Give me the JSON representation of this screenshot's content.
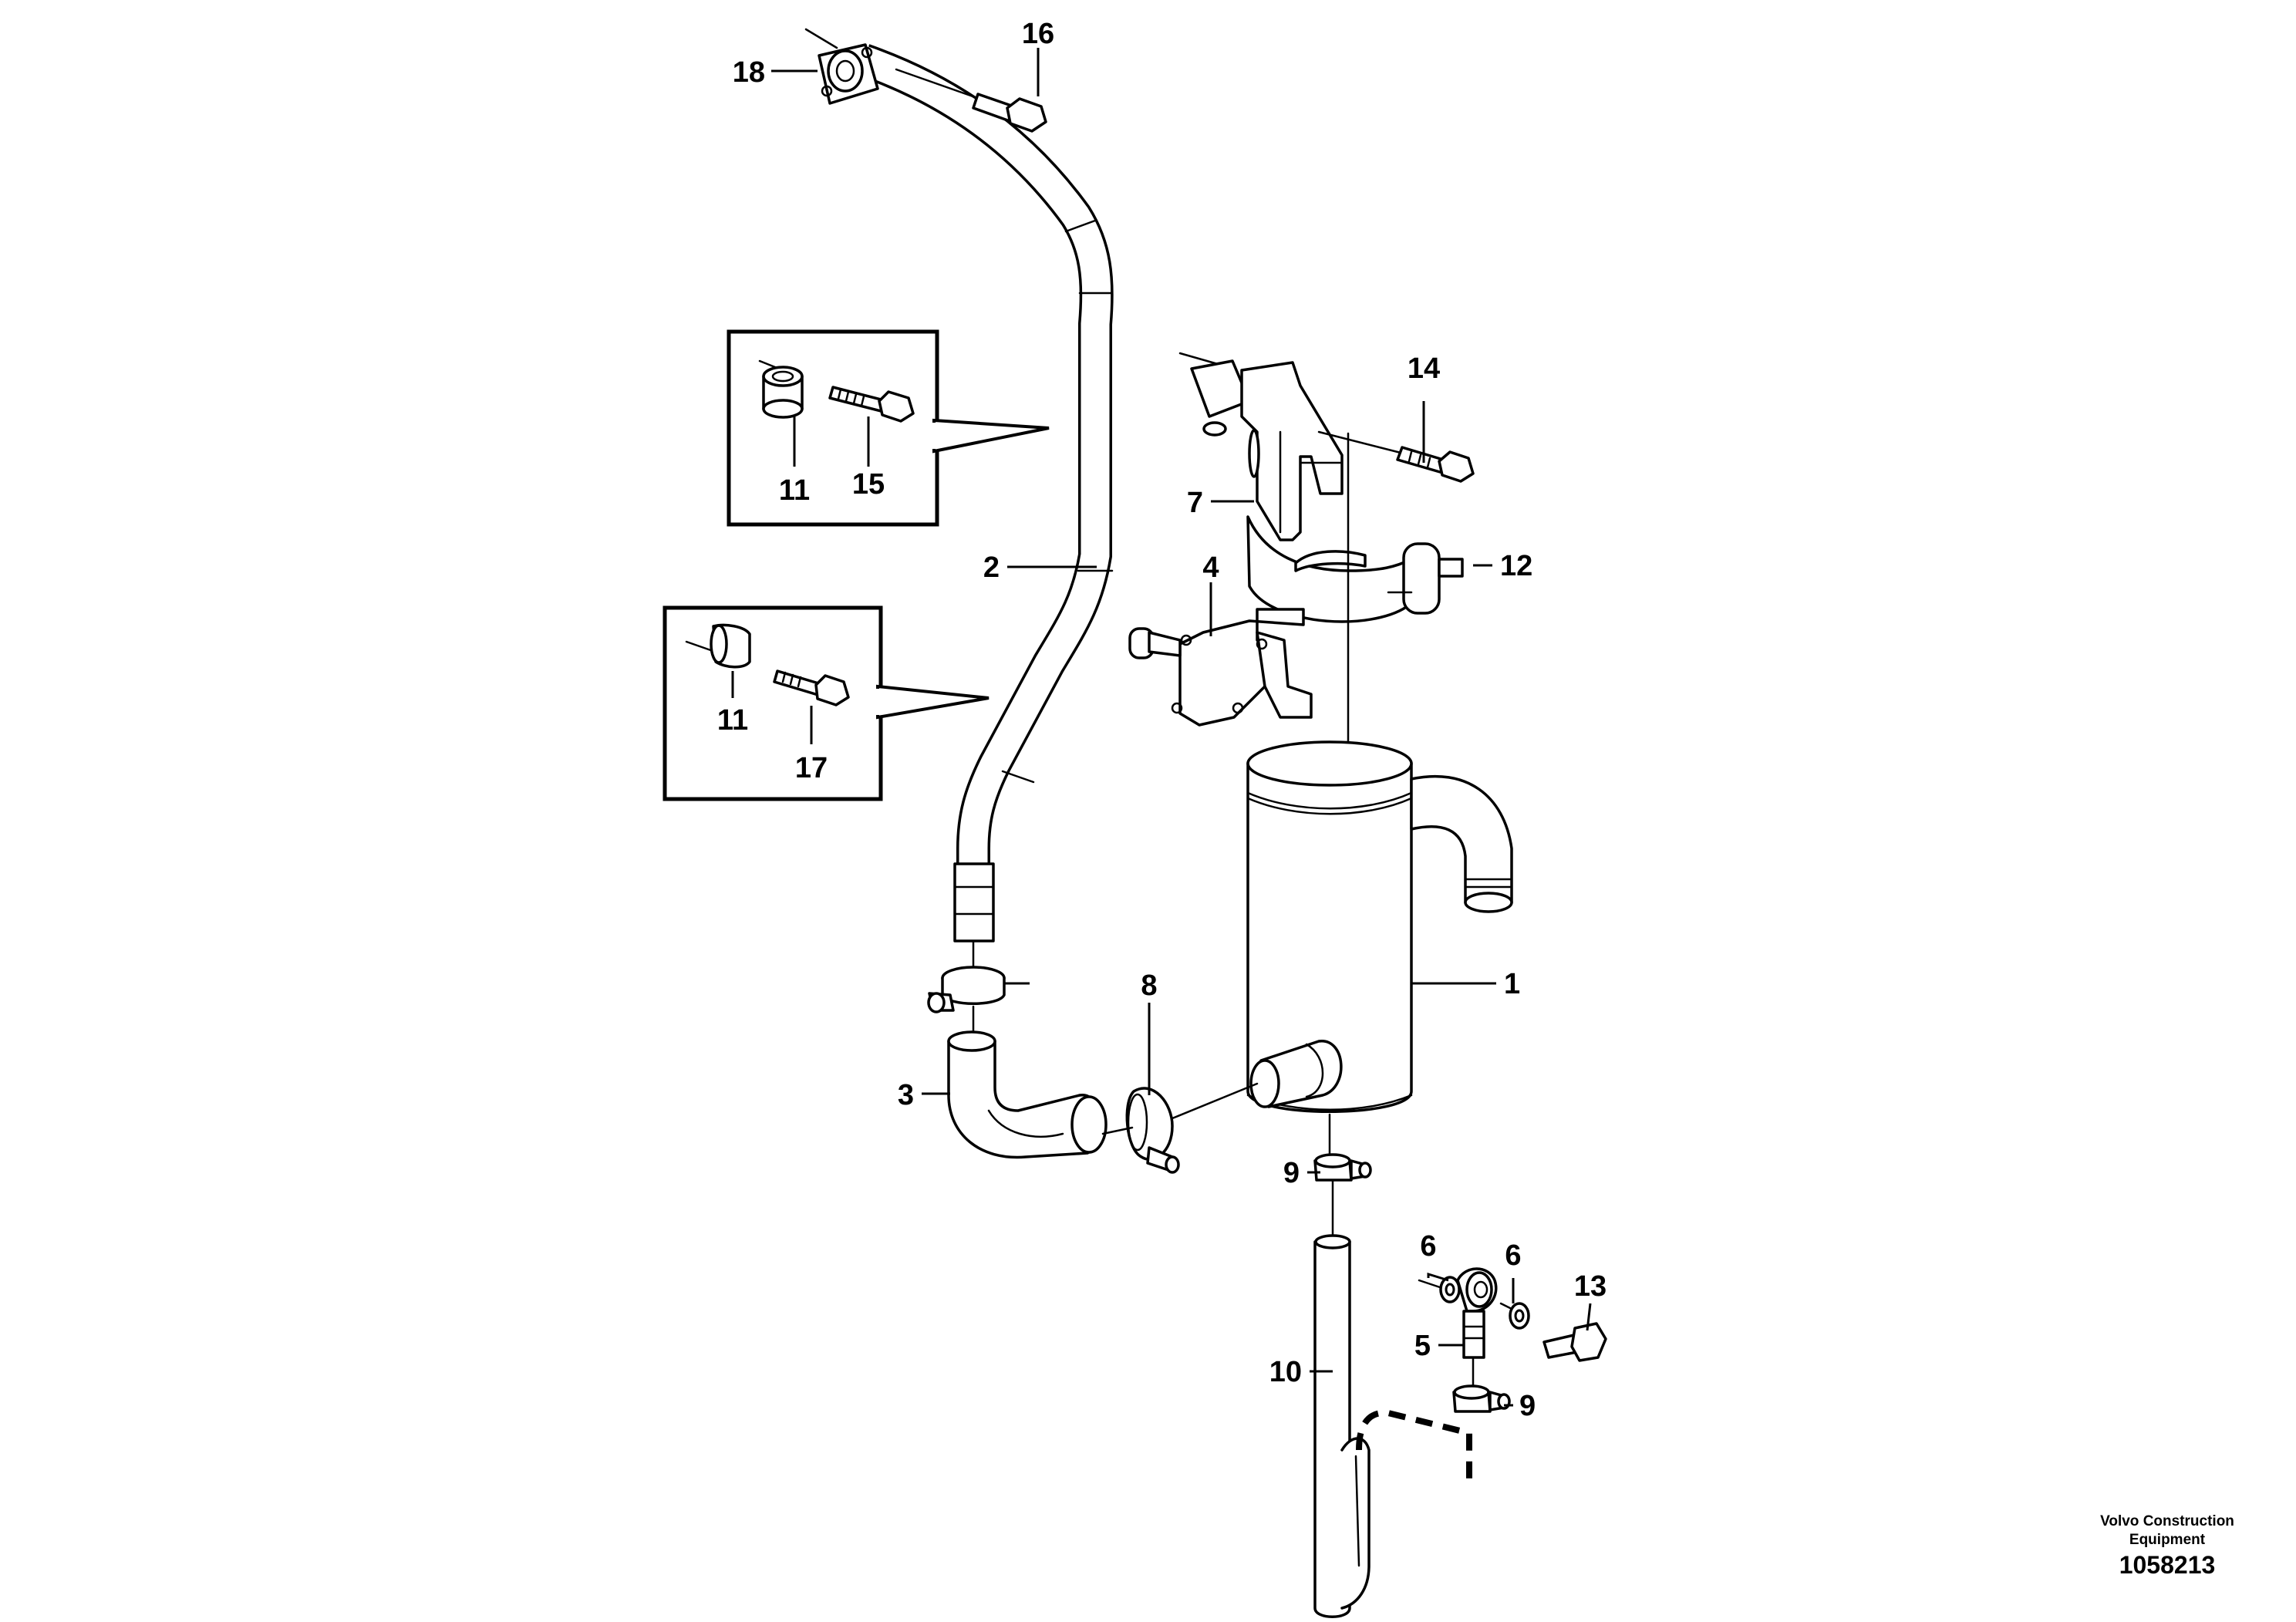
{
  "callouts": {
    "c1": "1",
    "c2": "2",
    "c3": "3",
    "c4": "4",
    "c5": "5",
    "c6a": "6",
    "c6b": "6",
    "c7": "7",
    "c8": "8",
    "c9a": "9",
    "c9b": "9",
    "c10": "10",
    "c11a": "11",
    "c11b": "11",
    "c12": "12",
    "c13": "13",
    "c14": "14",
    "c15": "15",
    "c16": "16",
    "c17": "17",
    "c18": "18"
  },
  "footer": {
    "brand_line1": "Volvo Construction",
    "brand_line2": "Equipment",
    "figure_number": "1058213"
  }
}
